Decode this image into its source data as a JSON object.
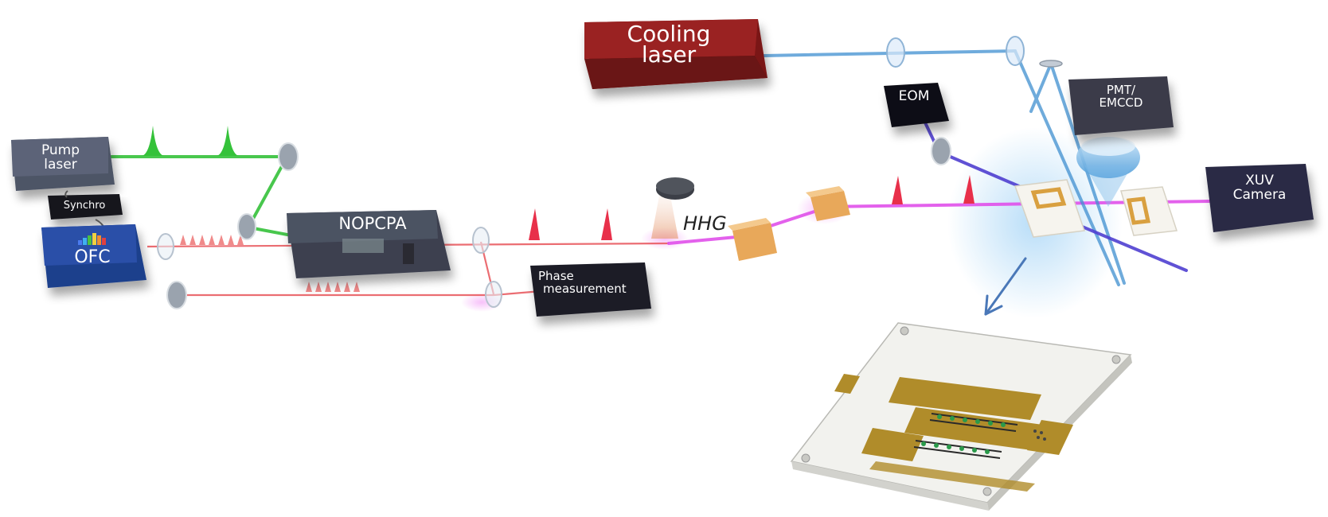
{
  "labels": {
    "cooling_line1": "Cooling",
    "cooling_line2": "laser",
    "eom": "EOM",
    "pmt_line1": "PMT/",
    "pmt_line2": "EMCCD",
    "xuv_line1": "XUV",
    "xuv_line2": "Camera",
    "pump_line1": "Pump",
    "pump_line2": "laser",
    "synchro": "Synchro",
    "ofc": "OFC",
    "nopcpa": "NOPCPA",
    "hhg": "HHG",
    "phase_line1": "Phase",
    "phase_line2": "measurement"
  },
  "colors": {
    "cooling_box": "#8e1a1a",
    "dark_box": "#1c1c28",
    "grey_box": "#4e5566",
    "ofc_box": "#1e3f8c",
    "xuv_box": "#2a2a44",
    "pmt_box": "#3a3a48",
    "green_beam": "#35c23a",
    "red_beam": "#e8545a",
    "magenta_beam": "#e050ea",
    "blue_beam": "#3f8fd0",
    "violet_beam": "#4f3fd0",
    "optic_orange": "#e8a85a",
    "chip_gold": "#b08c2a"
  }
}
